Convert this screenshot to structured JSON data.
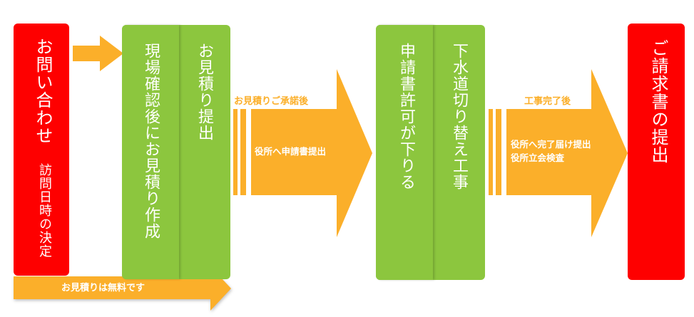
{
  "colors": {
    "red": "#fe0000",
    "green": "#8cc63e",
    "orange": "#fbaf2a"
  },
  "steps": {
    "inquiry": {
      "title": "お問い合わせ",
      "sub": "訪問日時の決定"
    },
    "survey": "現場確認後にお見積り作成",
    "quote": "お見積り提出",
    "permit": "申請書許可が下りる",
    "work": "下水道切り替え工事",
    "invoice": "ご請求書の提出"
  },
  "arrows": {
    "free_note": "お見積りは無料です",
    "after_approval": "お見積りご承諾後",
    "submit_application": "役所へ申請書提出",
    "after_completion": "工事完了後",
    "completion_lines": [
      "役所へ完了届け提出",
      "役所立会検査"
    ]
  }
}
